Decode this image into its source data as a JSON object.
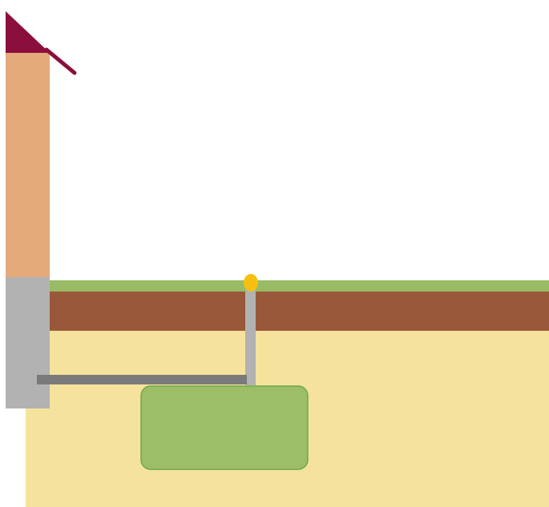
{
  "diagram": {
    "type": "cross-section",
    "background_color": "#ffffff",
    "components": {
      "roof": {
        "icon": "roof-triangle",
        "color": "#8b0f3c"
      },
      "house_wall": {
        "color": "#e4aa7a"
      },
      "foundation": {
        "color": "#b2b2b2"
      },
      "grass": {
        "color": "#99bb66"
      },
      "topsoil": {
        "color": "#99583a"
      },
      "subsoil": {
        "color": "#f5e29c"
      },
      "pipe": {
        "color": "#7a7a7a"
      },
      "vent_pipe": {
        "color": "#b2b2b2"
      },
      "vent_cap": {
        "icon": "circle-cap",
        "color": "#f5c00f"
      },
      "tank": {
        "color": "#9bbe66",
        "stroke": "#6fa84a"
      }
    }
  }
}
